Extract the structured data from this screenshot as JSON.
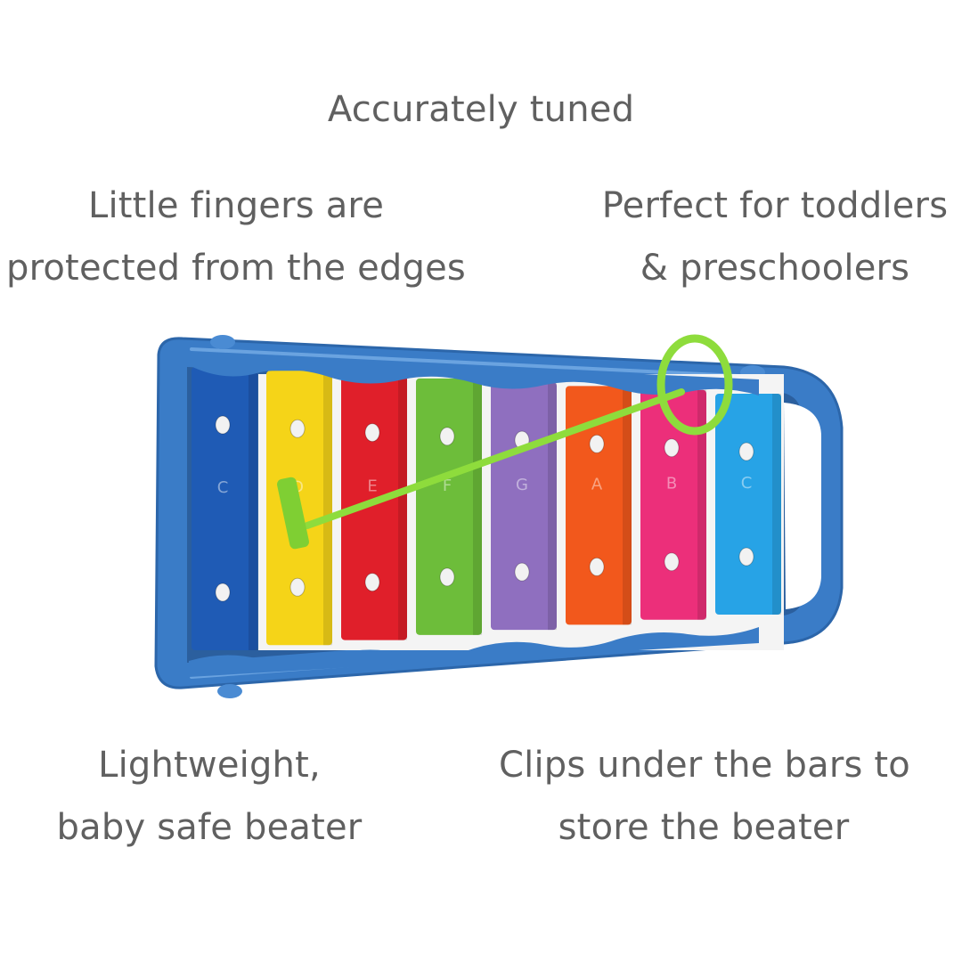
{
  "captions": {
    "top": "Accurately tuned",
    "left": [
      "Little fingers are",
      "protected from the edges"
    ],
    "right": [
      "Perfect for toddlers",
      "& preschoolers"
    ],
    "bottom_left": [
      "Lightweight,",
      "baby safe beater"
    ],
    "bottom_right": [
      "Clips under the bars to",
      "store the beater"
    ]
  },
  "xylophone": {
    "frame_color": "#3a7cc7",
    "beater_color": "#8edc3c",
    "bars": [
      {
        "note": "C",
        "color": "#1f5bb5"
      },
      {
        "note": "D",
        "color": "#f5d418"
      },
      {
        "note": "E",
        "color": "#e01f2a"
      },
      {
        "note": "F",
        "color": "#6dbd3a"
      },
      {
        "note": "G",
        "color": "#8f6fbf"
      },
      {
        "note": "A",
        "color": "#f2581c"
      },
      {
        "note": "B",
        "color": "#ec2f7a"
      },
      {
        "note": "C",
        "color": "#27a3e6"
      }
    ]
  }
}
